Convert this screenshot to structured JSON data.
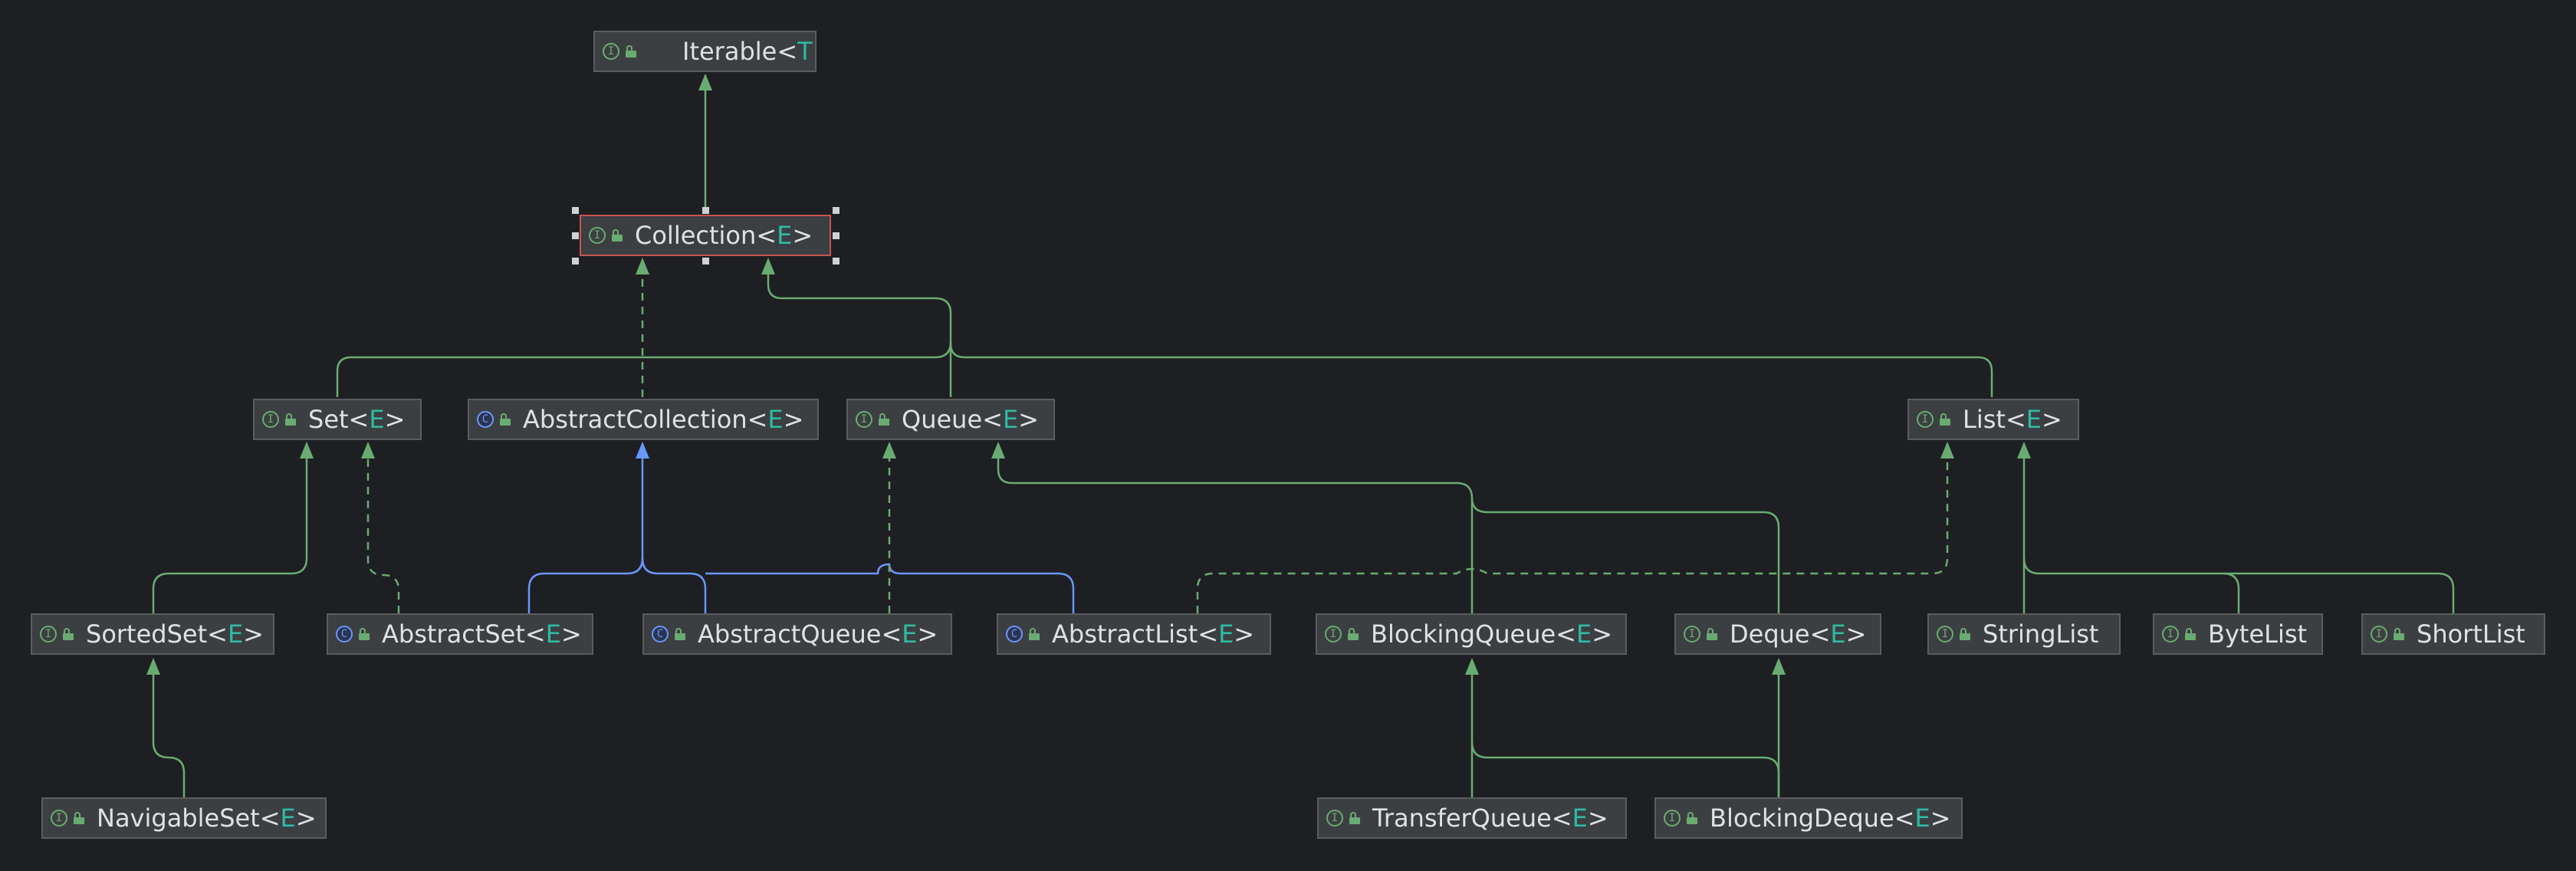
{
  "colors": {
    "background": "#1e1f22",
    "node_fill": "#3c3f41",
    "extends_edge": "#6aab73",
    "class_extends_edge": "#6a96ff",
    "type_param": "#2fbaa3",
    "selection_border": "#c75450"
  },
  "nodes": [
    {
      "id": "iterable",
      "name": "Iterable",
      "type_param": "T",
      "kind": "interface",
      "kind_icon": "interface-icon"
    },
    {
      "id": "collection",
      "name": "Collection",
      "type_param": "E",
      "kind": "interface",
      "kind_icon": "interface-icon"
    },
    {
      "id": "set",
      "name": "Set",
      "type_param": "E",
      "kind": "interface",
      "kind_icon": "interface-icon"
    },
    {
      "id": "abstract_collection",
      "name": "AbstractCollection",
      "type_param": "E",
      "kind": "class",
      "kind_icon": "class-icon"
    },
    {
      "id": "queue",
      "name": "Queue",
      "type_param": "E",
      "kind": "interface",
      "kind_icon": "interface-icon"
    },
    {
      "id": "list",
      "name": "List",
      "type_param": "E",
      "kind": "interface",
      "kind_icon": "interface-icon"
    },
    {
      "id": "sorted_set",
      "name": "SortedSet",
      "type_param": "E",
      "kind": "interface",
      "kind_icon": "interface-icon"
    },
    {
      "id": "abstract_set",
      "name": "AbstractSet",
      "type_param": "E",
      "kind": "class",
      "kind_icon": "class-icon"
    },
    {
      "id": "abstract_queue",
      "name": "AbstractQueue",
      "type_param": "E",
      "kind": "class",
      "kind_icon": "class-icon"
    },
    {
      "id": "abstract_list",
      "name": "AbstractList",
      "type_param": "E",
      "kind": "class",
      "kind_icon": "class-icon"
    },
    {
      "id": "blocking_queue",
      "name": "BlockingQueue",
      "type_param": "E",
      "kind": "interface",
      "kind_icon": "interface-icon"
    },
    {
      "id": "deque",
      "name": "Deque",
      "type_param": "E",
      "kind": "interface",
      "kind_icon": "interface-icon"
    },
    {
      "id": "string_list",
      "name": "StringList",
      "type_param": "",
      "kind": "interface",
      "kind_icon": "interface-icon"
    },
    {
      "id": "byte_list",
      "name": "ByteList",
      "type_param": "",
      "kind": "interface",
      "kind_icon": "interface-icon"
    },
    {
      "id": "short_list",
      "name": "ShortList",
      "type_param": "",
      "kind": "interface",
      "kind_icon": "interface-icon"
    },
    {
      "id": "navigable_set",
      "name": "NavigableSet",
      "type_param": "E",
      "kind": "interface",
      "kind_icon": "interface-icon"
    },
    {
      "id": "transfer_queue",
      "name": "TransferQueue",
      "type_param": "E",
      "kind": "interface",
      "kind_icon": "interface-icon"
    },
    {
      "id": "blocking_deque",
      "name": "BlockingDeque",
      "type_param": "E",
      "kind": "interface",
      "kind_icon": "interface-icon"
    }
  ],
  "selected_node": "collection",
  "edges": [
    {
      "from": "collection",
      "to": "iterable",
      "type": "extends"
    },
    {
      "from": "set",
      "to": "collection",
      "type": "extends"
    },
    {
      "from": "queue",
      "to": "collection",
      "type": "extends"
    },
    {
      "from": "list",
      "to": "collection",
      "type": "extends"
    },
    {
      "from": "abstract_collection",
      "to": "collection",
      "type": "implements"
    },
    {
      "from": "sorted_set",
      "to": "set",
      "type": "extends"
    },
    {
      "from": "abstract_set",
      "to": "set",
      "type": "implements"
    },
    {
      "from": "abstract_set",
      "to": "abstract_collection",
      "type": "class_extends"
    },
    {
      "from": "abstract_queue",
      "to": "abstract_collection",
      "type": "class_extends"
    },
    {
      "from": "abstract_list",
      "to": "abstract_collection",
      "type": "class_extends"
    },
    {
      "from": "abstract_queue",
      "to": "queue",
      "type": "implements"
    },
    {
      "from": "abstract_list",
      "to": "list",
      "type": "implements"
    },
    {
      "from": "blocking_queue",
      "to": "queue",
      "type": "extends"
    },
    {
      "from": "deque",
      "to": "queue",
      "type": "extends"
    },
    {
      "from": "string_list",
      "to": "list",
      "type": "extends"
    },
    {
      "from": "byte_list",
      "to": "list",
      "type": "extends"
    },
    {
      "from": "short_list",
      "to": "list",
      "type": "extends"
    },
    {
      "from": "navigable_set",
      "to": "sorted_set",
      "type": "extends"
    },
    {
      "from": "transfer_queue",
      "to": "blocking_queue",
      "type": "extends"
    },
    {
      "from": "blocking_deque",
      "to": "blocking_queue",
      "type": "extends"
    },
    {
      "from": "blocking_deque",
      "to": "deque",
      "type": "extends"
    }
  ]
}
